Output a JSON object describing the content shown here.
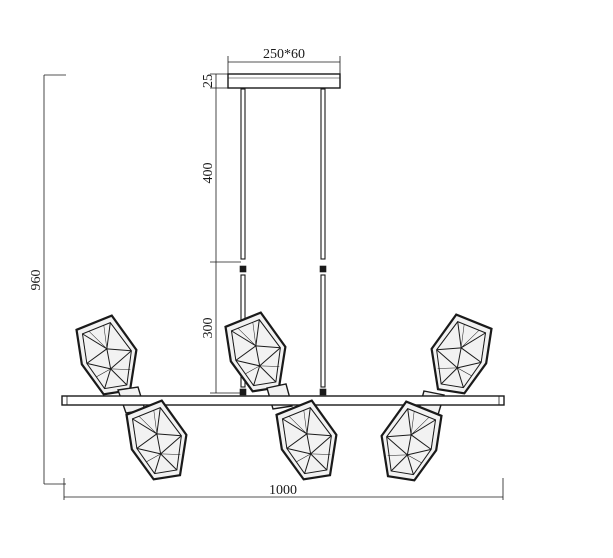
{
  "dimensions": {
    "canopy_size": "250*60",
    "canopy_height": "25",
    "rod_upper": "400",
    "rod_lower": "300",
    "total_height": "960",
    "total_width": "1000"
  },
  "colors": {
    "line": "#1a1a1a",
    "shade_fill": "#f2f2f2",
    "background": "#ffffff"
  },
  "shades": [
    {
      "name": "crystal-shade-top-left",
      "angle": 30
    },
    {
      "name": "crystal-shade-bottom-left",
      "angle": 30
    },
    {
      "name": "crystal-shade-top-center",
      "angle": 30
    },
    {
      "name": "crystal-shade-bottom-center",
      "angle": 30
    },
    {
      "name": "crystal-shade-top-right",
      "angle": -30
    },
    {
      "name": "crystal-shade-bottom-right",
      "angle": -30
    }
  ]
}
